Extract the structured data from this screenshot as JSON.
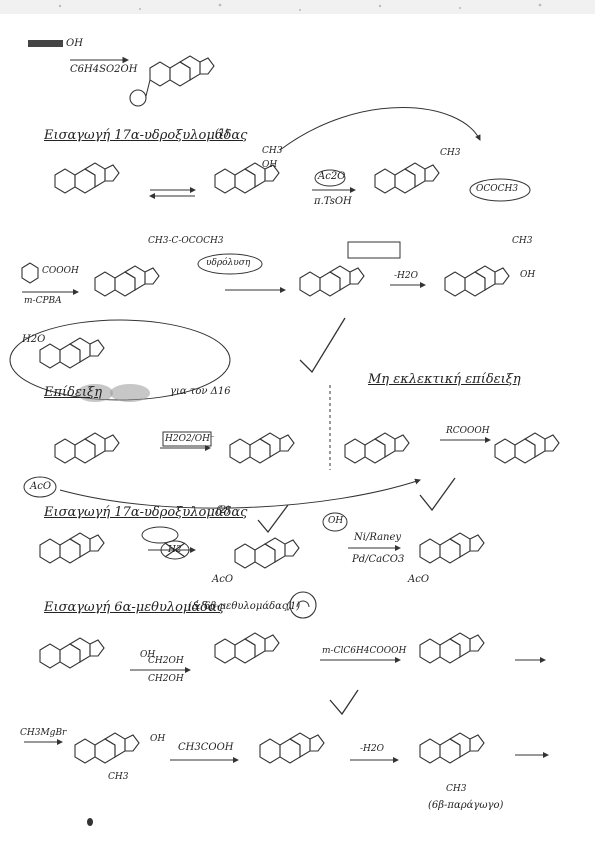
{
  "sections": {
    "s_top_reagent": "C6H4SO2OH",
    "s_top_oh": "OH",
    "s1_heading": "Εισαγωγή 17α-υδροξυλομάδας",
    "s1_marker": "(1)",
    "s1_reagent_a": "Ac2O",
    "s1_reagent_b": "π.TsOH",
    "s1_group_ch3": "CH3",
    "s1_group_oac": "OCOCH3",
    "s1_group_oh": "OH",
    "s2_reagent": "m-CPBA",
    "s2_reagent_formula": "COOOH",
    "s2_step": "υδρόλυση",
    "s2_group": "CH3-C-OCOCH3",
    "s2_loss": "-H2O",
    "s2_product_oh": "OH",
    "s2_product_ch3": "CH3",
    "s3_reagent": "H2O",
    "s4_heading": "Επίδειξη",
    "s4_heading_tail": "για τον Δ16",
    "s4_alt_heading": "Μη εκλεκτική επίδειξη",
    "s4_reagent_a": "H2O2/OH⁻",
    "s4_reagent_b": "RCOOOH",
    "s4_aco": "AcO",
    "s5_heading": "Εισαγωγή 17α-υδροξυλομάδας",
    "s5_marker": "(2)",
    "s5_reagent_a": "Ni/Raney",
    "s5_reagent_b": "Pd/CaCO3",
    "s5_strike": "H2",
    "s5_aco": "AcO",
    "s5_oh": "OH",
    "s6_heading": "Εισαγωγή 6α-μεθυλομάδας",
    "s6_heading_tail": "(& 6β-μεθυλομάδας)",
    "s6_marker": "(1)",
    "s6_reagent_a": "CH2OH",
    "s6_reagent_b": "CH2OH",
    "s6_reagent_c": "m-ClC6H4COOOH",
    "s6_oh": "OH",
    "s7_reagent_a": "CH3MgBr",
    "s7_reagent_b": "CH3COOH",
    "s7_reagent_c": "-H2O",
    "s7_oh": "OH",
    "s7_ch3": "CH3",
    "s7_note": "(6β-παράγωγο)"
  }
}
